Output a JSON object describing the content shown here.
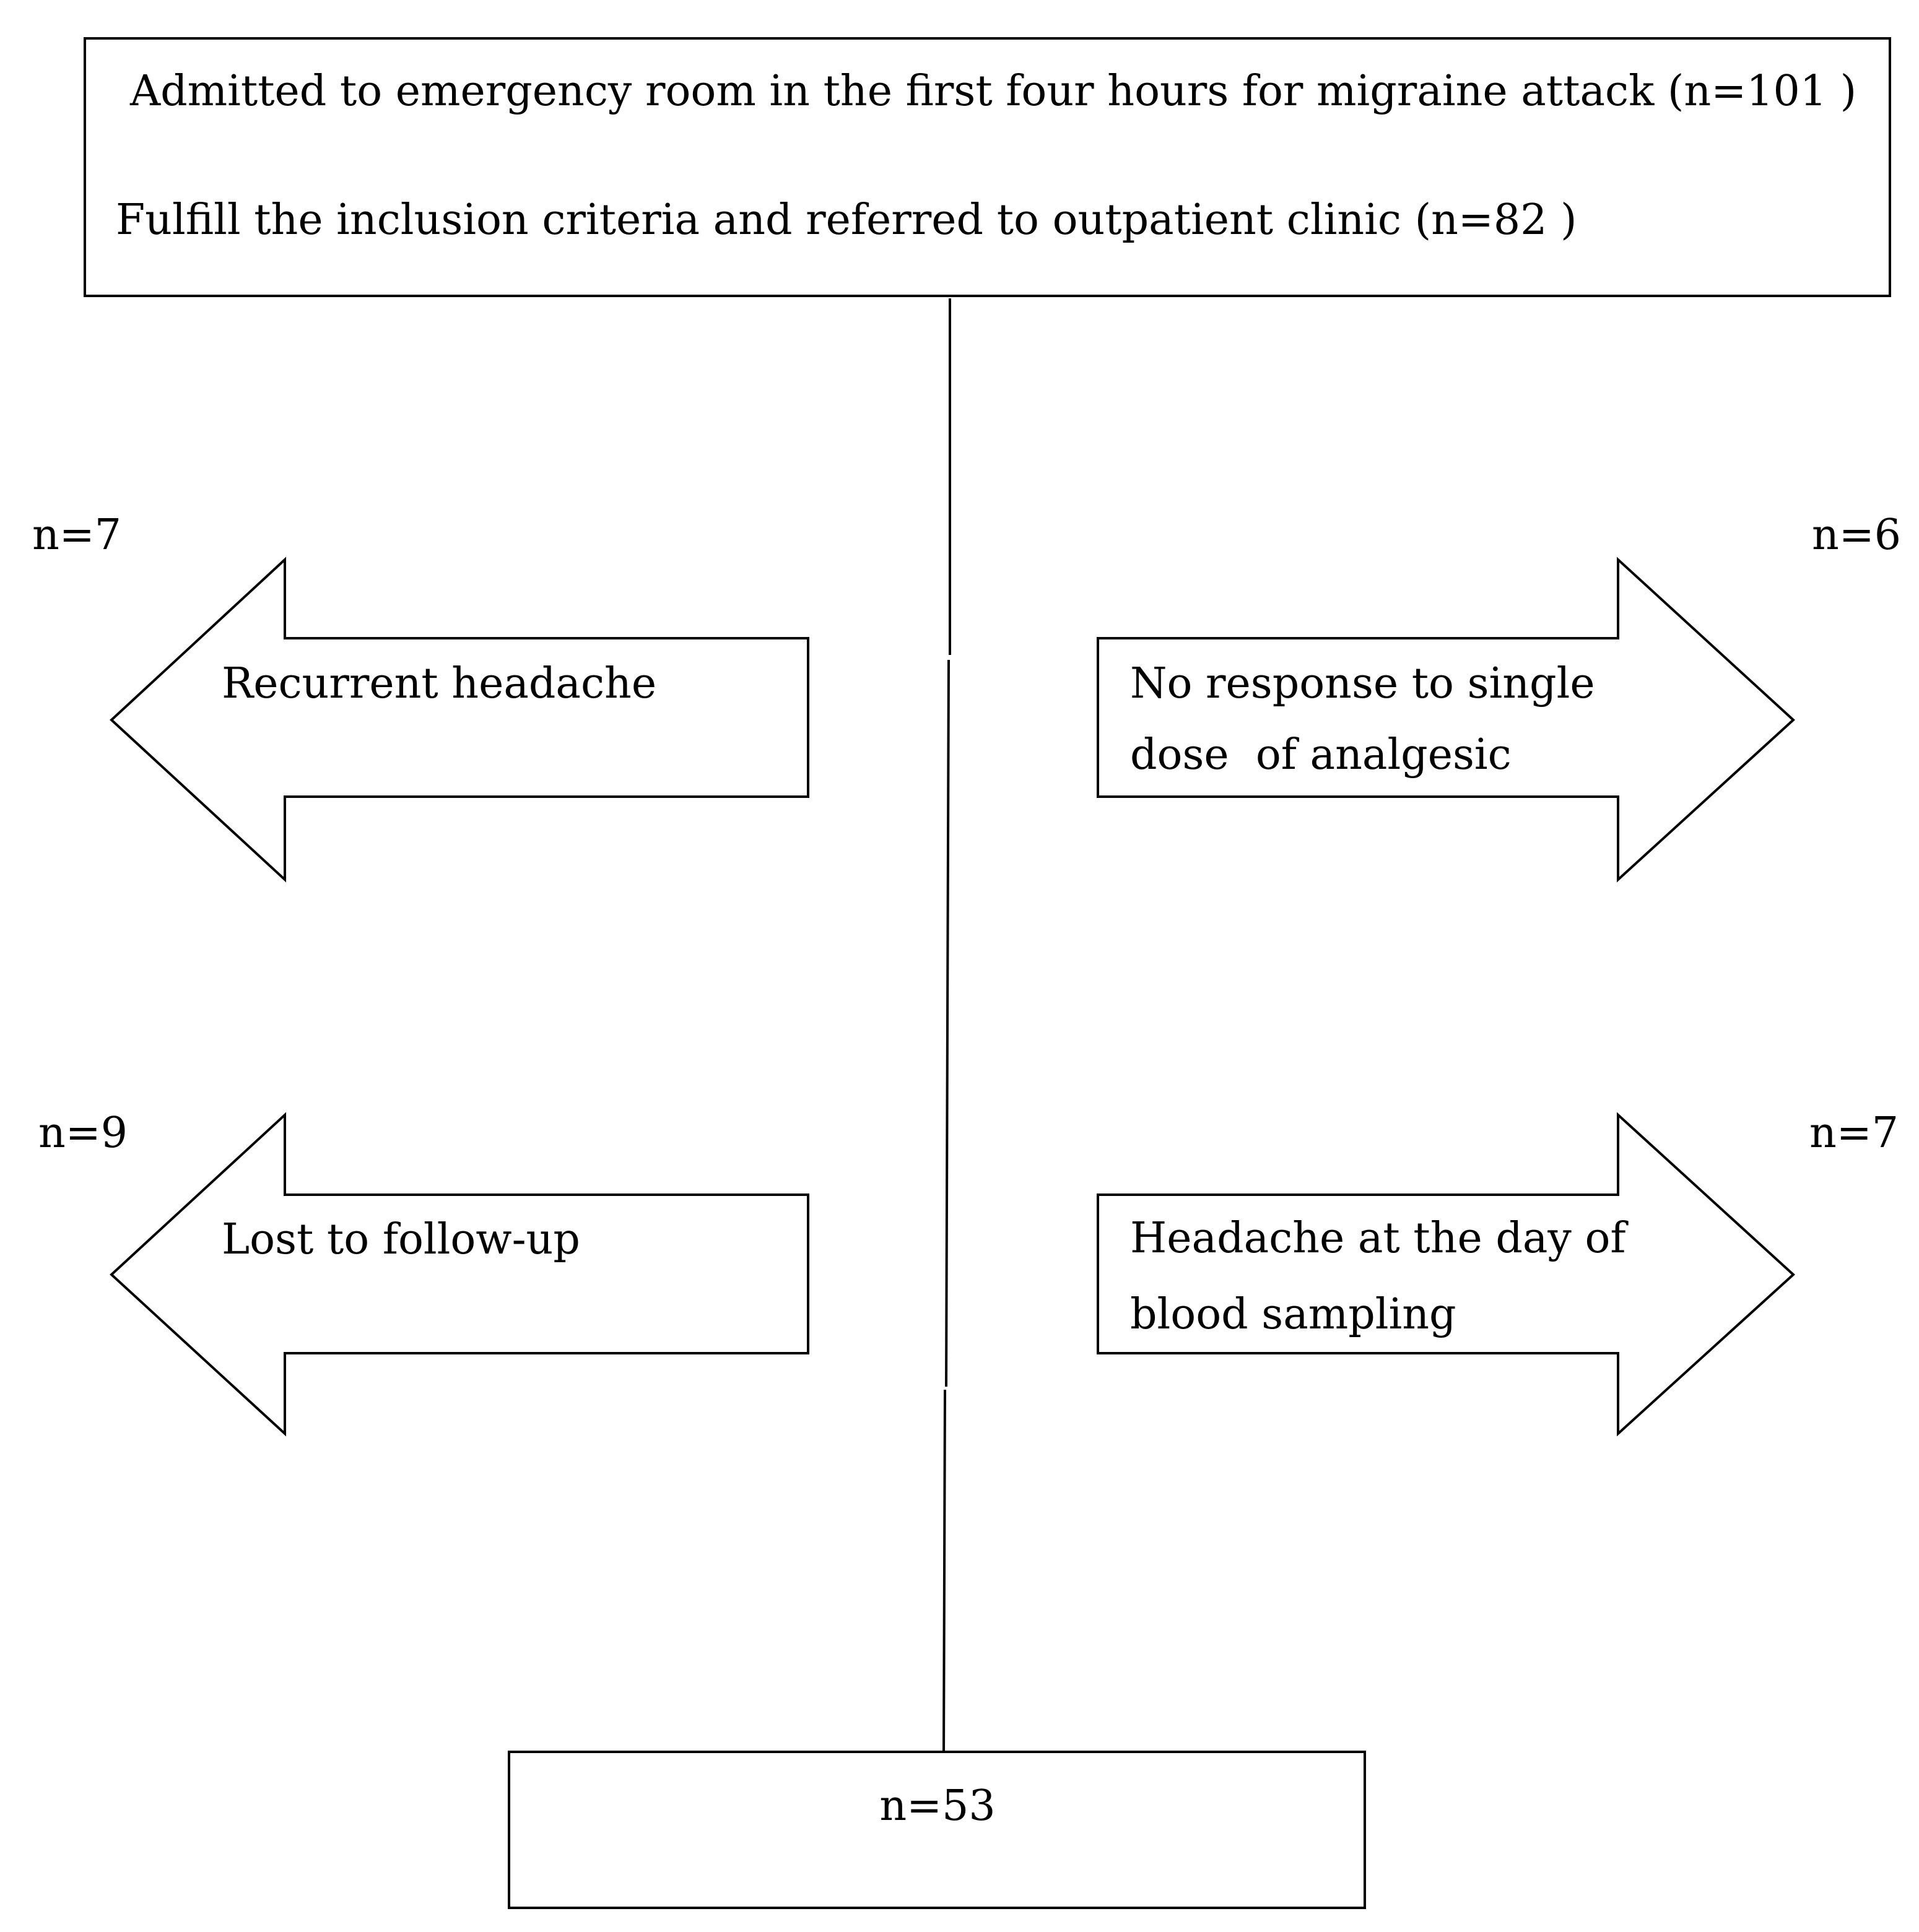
{
  "diagram": {
    "top_box": {
      "line1": "Admitted to emergency room in the first four hours for migraine attack (n=101 )",
      "line2": "Fulfill the inclusion criteria and referred to outpatient clinic (n=82 )"
    },
    "exclusions": {
      "left_1": {
        "count": "n=7",
        "label": "Recurrent headache"
      },
      "right_1": {
        "count": "n=6",
        "line1": "No response to single",
        "line2": "dose  of analgesic"
      },
      "left_2": {
        "count": "n=9",
        "label": "Lost to follow-up"
      },
      "right_2": {
        "count": "n=7",
        "line1": "Headache at the day of",
        "line2": "blood sampling"
      }
    },
    "final_box": {
      "label": "n=53"
    }
  }
}
